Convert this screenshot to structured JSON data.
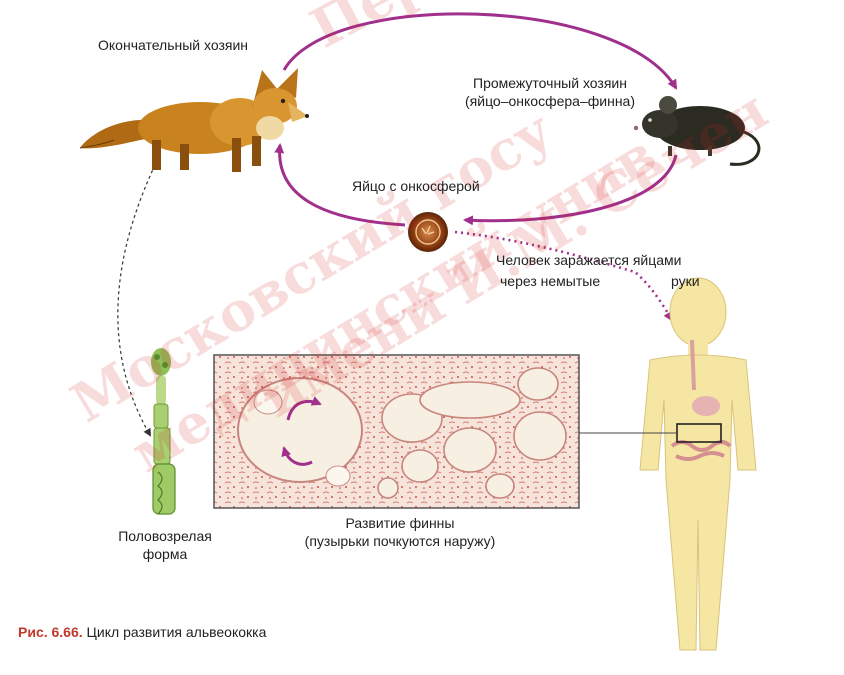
{
  "labels": {
    "final_host": "Окончательный хозяин",
    "intermediate_host_line1": "Промежуточный хозяин",
    "intermediate_host_line2": "(яйцо–онкосфера–финна)",
    "egg": "Яйцо с онкосферой",
    "human_infection_line1": "Человек заражается яйцами",
    "human_infection_line2a": "через немытые",
    "human_infection_line2b": "руки",
    "adult_form_line1": "Половозрелая",
    "adult_form_line2": "форма",
    "finna_line1": "Развитие финны",
    "finna_line2": "(пузырьки почкуются наружу)"
  },
  "watermark": {
    "line1": "Пер",
    "line2": "Московский госу",
    "line3": "медицинский унив",
    "line4": "имени И.М. Сечен"
  },
  "caption": {
    "number": "Рис. 6.66.",
    "text": "Цикл развития альвеококка"
  },
  "colors": {
    "cycle_arrow": "#a0308c",
    "caption_number": "#c0392b",
    "watermark": "#d62828",
    "fox": "#c8821e",
    "mouse": "#2b2b22",
    "human_body": "#f6e6a4",
    "tissue_bg": "#f7e7de"
  }
}
